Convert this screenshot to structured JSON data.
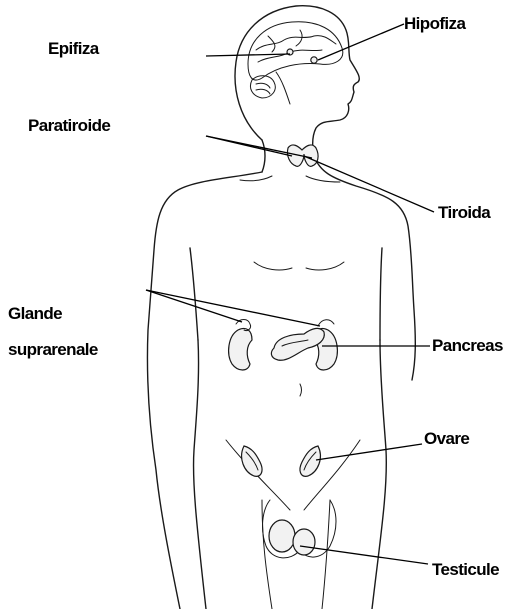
{
  "labels": {
    "epifiza": "Epifiza",
    "hipofiza": "Hipofiza",
    "paratiroide": "Paratiroide",
    "tiroida": "Tiroida",
    "glande_line1": "Glande",
    "glande_line2": "suprarenale",
    "pancreas": "Pancreas",
    "ovare": "Ovare",
    "testicule": "Testicule"
  }
}
